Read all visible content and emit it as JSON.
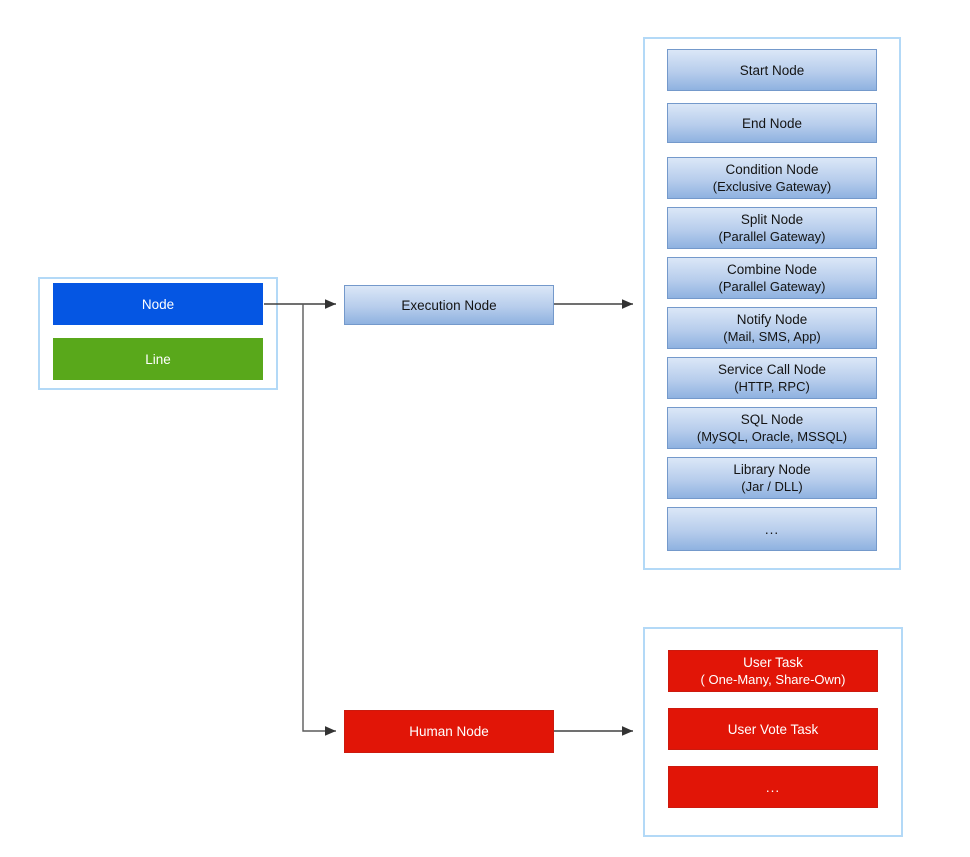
{
  "colors": {
    "node_blue": "#0556e3",
    "line_green": "#59a81b",
    "task_red": "#e11507",
    "gradient_top_blue": "#dbe7f7",
    "gradient_bottom_blue": "#8fb2e0",
    "gradient_border": "#7499cb",
    "panel_border": "#b3d9f7",
    "arrow_line": "#404040"
  },
  "legend": {
    "node_label": "Node",
    "line_label": "Line"
  },
  "branches": {
    "execution_label": "Execution Node",
    "human_label": "Human Node"
  },
  "execution_panel": {
    "items": [
      {
        "title": "Start Node",
        "subtitle": ""
      },
      {
        "title": "End Node",
        "subtitle": ""
      },
      {
        "title": "Condition Node",
        "subtitle": "(Exclusive Gateway)"
      },
      {
        "title": "Split Node",
        "subtitle": "(Parallel Gateway)"
      },
      {
        "title": "Combine Node",
        "subtitle": "(Parallel Gateway)"
      },
      {
        "title": "Notify Node",
        "subtitle": "(Mail, SMS, App)"
      },
      {
        "title": "Service Call Node",
        "subtitle": "(HTTP, RPC)"
      },
      {
        "title": "SQL Node",
        "subtitle": "(MySQL, Oracle, MSSQL)"
      },
      {
        "title": "Library Node",
        "subtitle": "(Jar / DLL)"
      },
      {
        "title": "...",
        "subtitle": ""
      }
    ]
  },
  "human_panel": {
    "items": [
      {
        "title": "User Task",
        "subtitle": "( One-Many, Share-Own)"
      },
      {
        "title": "User Vote Task",
        "subtitle": ""
      },
      {
        "title": "...",
        "subtitle": ""
      }
    ]
  }
}
